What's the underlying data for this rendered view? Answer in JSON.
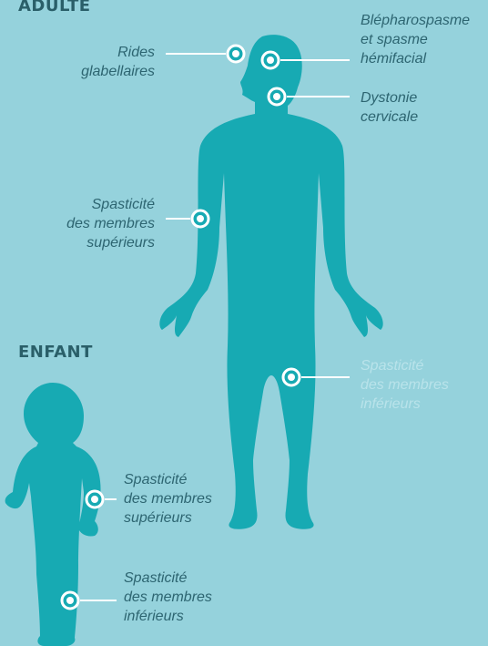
{
  "colors": {
    "background": "#95d2dc",
    "figure": "#17aab3",
    "figure_shadow": "#0f98a2",
    "text": "#2d6571",
    "heading": "#2a5f69",
    "marker": "#ffffff",
    "faint_text": "#b9e3ea"
  },
  "adult": {
    "title": "ADULTE",
    "labels": {
      "rides": [
        "Rides",
        "glabellaires"
      ],
      "blepharo": [
        "Blépharospasme",
        "et spasme",
        "hémifacial"
      ],
      "dystonie": [
        "Dystonie",
        "cervicale"
      ],
      "spast_sup": [
        "Spasticité",
        "des membres",
        "supérieurs"
      ],
      "spast_inf": [
        "Spasticité",
        "des membres",
        "inférieurs"
      ]
    }
  },
  "child": {
    "title": "ENFANT",
    "labels": {
      "spast_sup": [
        "Spasticité",
        "des membres",
        "supérieurs"
      ],
      "spast_inf": [
        "Spasticité",
        "des membres",
        "inférieurs"
      ]
    }
  }
}
